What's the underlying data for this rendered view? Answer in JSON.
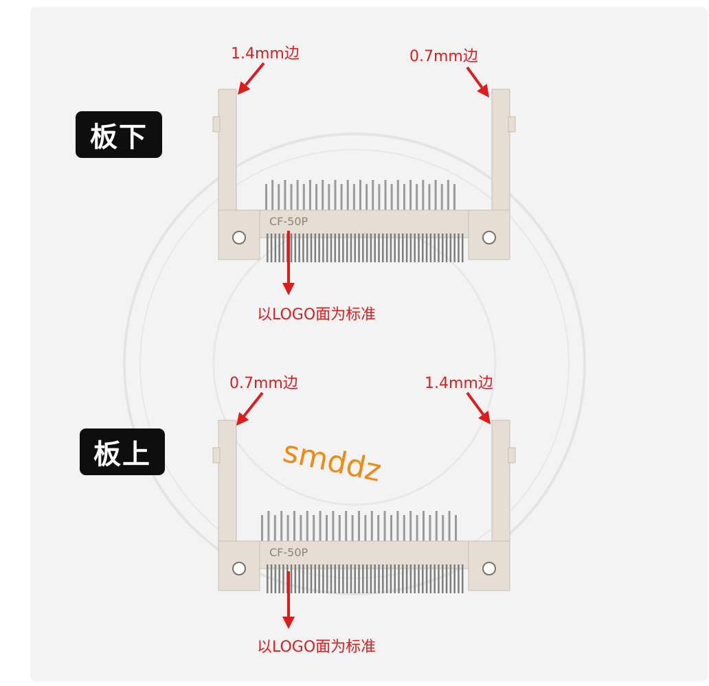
{
  "colors": {
    "annotation": "#e01b1b",
    "badge_bg": "#0e0e0e",
    "shop_tag": "#f08a12",
    "connector_body": "#e6ddd4",
    "pins": "#9a9a9a",
    "card_bg": "#f3f3f3"
  },
  "top_section": {
    "badge": "板下",
    "left_edge_label": "1.4mm边",
    "right_edge_label": "0.7mm边",
    "reference_label": "以LOGO面为标准",
    "part_mark": "CF-50P"
  },
  "bottom_section": {
    "badge": "板上",
    "left_edge_label": "0.7mm边",
    "right_edge_label": "1.4mm边",
    "reference_label": "以LOGO面为标准",
    "part_mark": "CF-50P"
  },
  "shop_tag": "smddz"
}
